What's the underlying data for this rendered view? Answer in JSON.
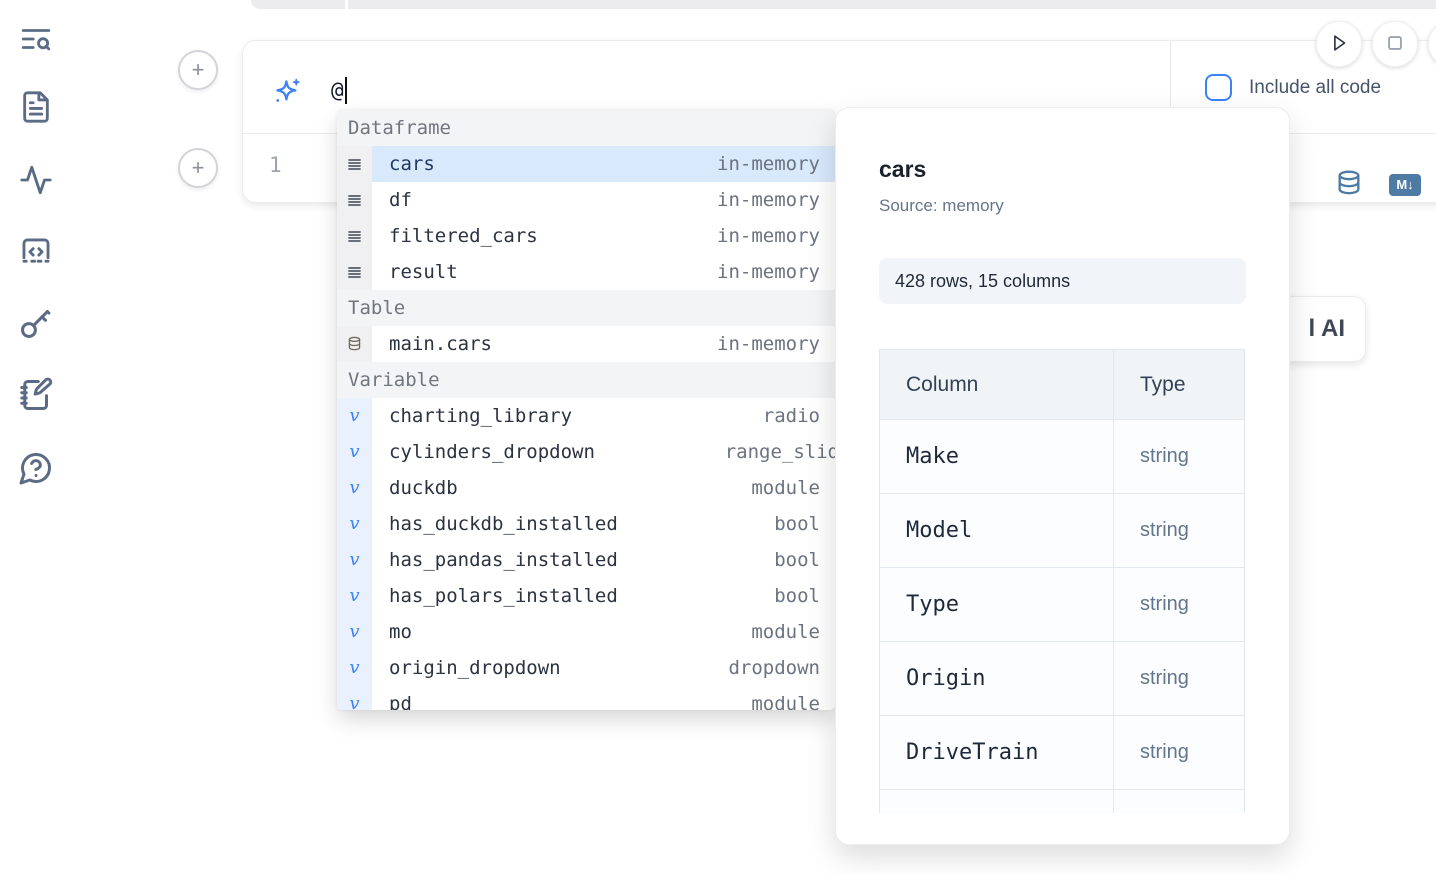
{
  "sidebar": {
    "items": [
      {
        "icon": "text-search-icon"
      },
      {
        "icon": "file-text-icon"
      },
      {
        "icon": "activity-icon"
      },
      {
        "icon": "code-snippet-icon"
      },
      {
        "icon": "key-icon"
      },
      {
        "icon": "notebook-pen-icon"
      },
      {
        "icon": "help-chat-icon"
      }
    ]
  },
  "cell": {
    "add_cell_buttons": [
      {
        "glyph": "+"
      },
      {
        "glyph": "+"
      }
    ],
    "prompt": {
      "value": "@"
    },
    "include_all_code": {
      "label": "Include all code",
      "checked": false
    },
    "line_number": "1",
    "toolbar": {
      "markdown_badge_glyph": "M↓",
      "database_icon": "database-icon"
    },
    "run_controls": [
      {
        "icon": "play-icon"
      },
      {
        "icon": "stop-icon"
      },
      {
        "icon": "partial-circle-icon"
      }
    ]
  },
  "autocomplete": {
    "sections": [
      {
        "label": "Dataframe",
        "items": [
          {
            "icon": "dataframe-icon",
            "name": "cars",
            "detail": "in-memory",
            "selected": true
          },
          {
            "icon": "dataframe-icon",
            "name": "df",
            "detail": "in-memory"
          },
          {
            "icon": "dataframe-icon",
            "name": "filtered_cars",
            "detail": "in-memory"
          },
          {
            "icon": "dataframe-icon",
            "name": "result",
            "detail": "in-memory"
          }
        ]
      },
      {
        "label": "Table",
        "items": [
          {
            "icon": "database-icon",
            "name": "main.cars",
            "detail": "in-memory"
          }
        ]
      },
      {
        "label": "Variable",
        "items": [
          {
            "icon": "variable-icon",
            "name": "charting_library",
            "detail": "radio"
          },
          {
            "icon": "variable-icon",
            "name": "cylinders_dropdown",
            "detail": "range_slider",
            "clipped": true
          },
          {
            "icon": "variable-icon",
            "name": "duckdb",
            "detail": "module"
          },
          {
            "icon": "variable-icon",
            "name": "has_duckdb_installed",
            "detail": "bool"
          },
          {
            "icon": "variable-icon",
            "name": "has_pandas_installed",
            "detail": "bool"
          },
          {
            "icon": "variable-icon",
            "name": "has_polars_installed",
            "detail": "bool"
          },
          {
            "icon": "variable-icon",
            "name": "mo",
            "detail": "module"
          },
          {
            "icon": "variable-icon",
            "name": "origin_dropdown",
            "detail": "dropdown"
          },
          {
            "icon": "variable-icon",
            "name": "pd",
            "detail": "module",
            "partial": true
          }
        ]
      }
    ]
  },
  "preview": {
    "title": "cars",
    "source_label": "Source: memory",
    "shape_badge": "428 rows, 15 columns",
    "table": {
      "headers": [
        "Column",
        "Type"
      ],
      "rows": [
        [
          "Make",
          "string"
        ],
        [
          "Model",
          "string"
        ],
        [
          "Type",
          "string"
        ],
        [
          "Origin",
          "string"
        ],
        [
          "DriveTrain",
          "string"
        ]
      ]
    }
  },
  "ai_button": {
    "label_fragment": "l AI"
  },
  "colors": {
    "accent_blue": "#3b82f6",
    "icon_steel_blue": "#4e7ba4",
    "sidebar_icon": "#5b6b85",
    "selected_row_bg": "#d8e9fb",
    "badge_bg": "#f1f5f9",
    "table_header_bg": "#f0f4f7"
  }
}
